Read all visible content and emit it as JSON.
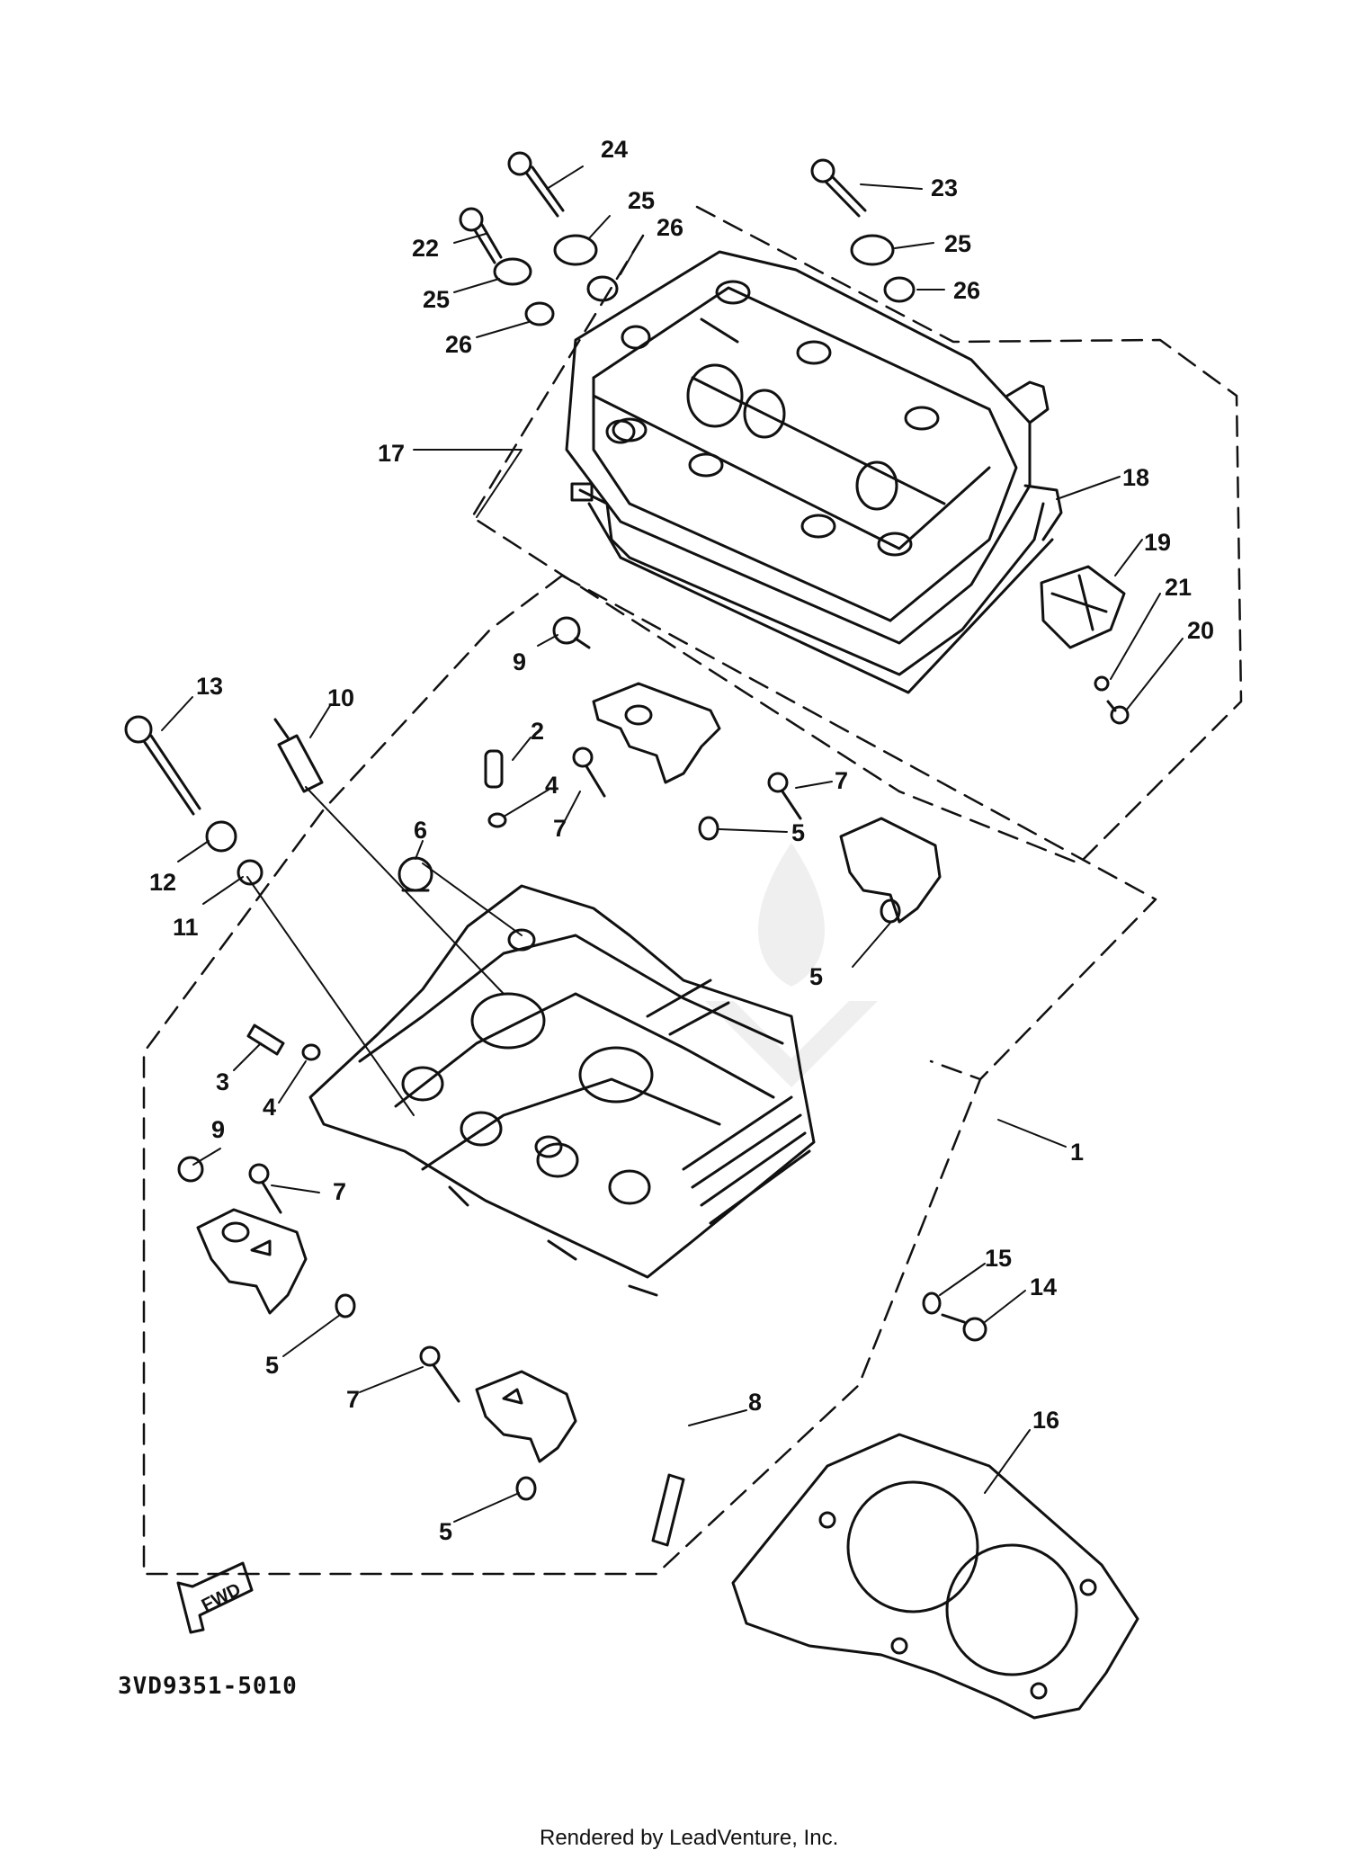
{
  "diagram": {
    "callouts": [
      {
        "id": "c24",
        "label": "24"
      },
      {
        "id": "c25a",
        "label": "25"
      },
      {
        "id": "c26a",
        "label": "26"
      },
      {
        "id": "c22",
        "label": "22"
      },
      {
        "id": "c25b",
        "label": "25"
      },
      {
        "id": "c26b",
        "label": "26"
      },
      {
        "id": "c23",
        "label": "23"
      },
      {
        "id": "c25c",
        "label": "25"
      },
      {
        "id": "c26c",
        "label": "26"
      },
      {
        "id": "c17",
        "label": "17"
      },
      {
        "id": "c18",
        "label": "18"
      },
      {
        "id": "c19",
        "label": "19"
      },
      {
        "id": "c21",
        "label": "21"
      },
      {
        "id": "c20",
        "label": "20"
      },
      {
        "id": "c9a",
        "label": "9"
      },
      {
        "id": "c2",
        "label": "2"
      },
      {
        "id": "c4a",
        "label": "4"
      },
      {
        "id": "c7a",
        "label": "7"
      },
      {
        "id": "c7b",
        "label": "7"
      },
      {
        "id": "c5a",
        "label": "5"
      },
      {
        "id": "c6",
        "label": "6"
      },
      {
        "id": "c13",
        "label": "13"
      },
      {
        "id": "c10",
        "label": "10"
      },
      {
        "id": "c12",
        "label": "12"
      },
      {
        "id": "c11",
        "label": "11"
      },
      {
        "id": "c5b",
        "label": "5"
      },
      {
        "id": "c3",
        "label": "3"
      },
      {
        "id": "c4b",
        "label": "4"
      },
      {
        "id": "c1",
        "label": "1"
      },
      {
        "id": "c9b",
        "label": "9"
      },
      {
        "id": "c7c",
        "label": "7"
      },
      {
        "id": "c5c",
        "label": "5"
      },
      {
        "id": "c15",
        "label": "15"
      },
      {
        "id": "c14",
        "label": "14"
      },
      {
        "id": "c7d",
        "label": "7"
      },
      {
        "id": "c8",
        "label": "8"
      },
      {
        "id": "c16",
        "label": "16"
      },
      {
        "id": "c5d",
        "label": "5"
      }
    ],
    "fwd_label": "FWD",
    "part_code": "3VD9351-5010",
    "footer": "Rendered by LeadVenture, Inc."
  }
}
